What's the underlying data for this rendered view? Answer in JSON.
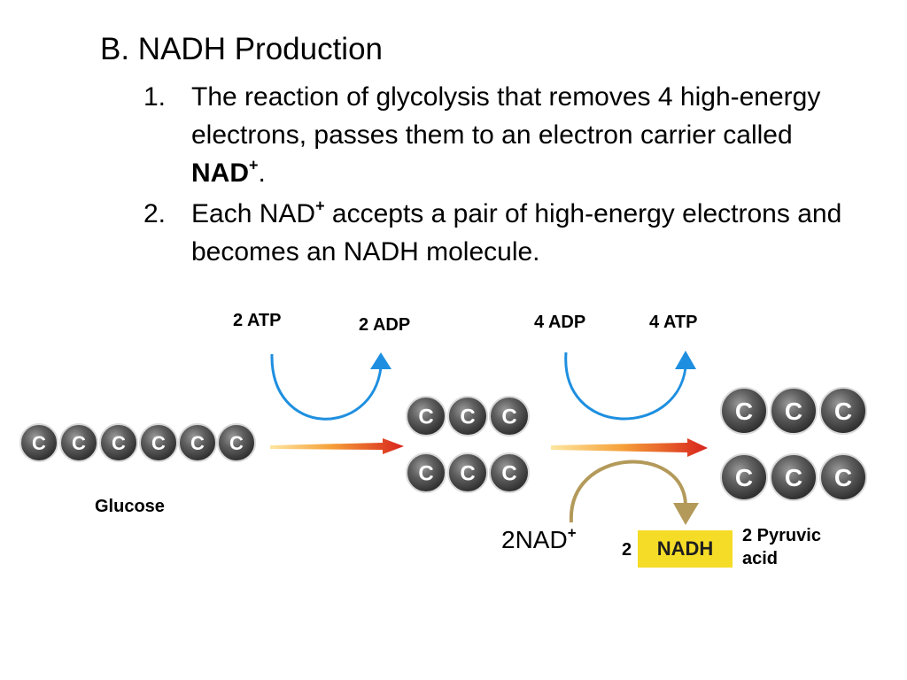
{
  "heading": "B. NADH Production",
  "points": [
    {
      "num": "1.",
      "text_a": "The reaction of glycolysis that removes 4 high-energy electrons, passes them to an electron carrier called ",
      "text_bold": "NAD",
      "sup": "+",
      "text_end": "."
    },
    {
      "num": "2.",
      "text_a": "Each NAD",
      "sup": "+",
      "text_b": " accepts a pair of high-energy electrons and becomes an NADH molecule."
    }
  ],
  "diagram": {
    "atp_in": "2 ATP",
    "adp_out": "2 ADP",
    "adp_in": "4 ADP",
    "atp_out": "4 ATP",
    "carbon_letter": "C",
    "glucose_label": "Glucose",
    "nad_label": "2NAD",
    "nad_sup": "+",
    "nadh_count": "2",
    "nadh_label": "NADH",
    "pyruvic_line1": "2 Pyruvic",
    "pyruvic_line2": "acid",
    "colors": {
      "carbon_ball": "#555555",
      "cycle_arrow": "#1e8fe0",
      "reaction_arrow": "#e8561c",
      "nad_arrow": "#b39a5a",
      "nadh_box": "#f5dc27"
    }
  }
}
